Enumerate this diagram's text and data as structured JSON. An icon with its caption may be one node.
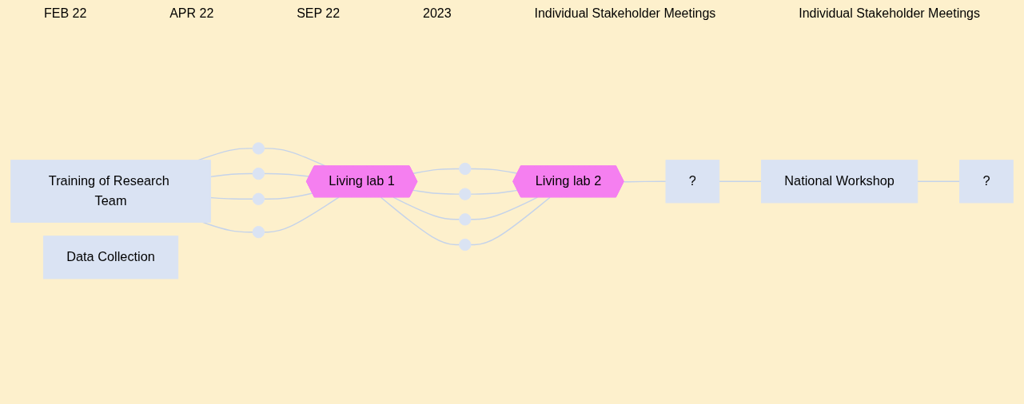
{
  "diagram": {
    "nodes": [
      {
        "text": [
          "Training of Research Team"
        ]
      },
      {
        "text": [],
        "shape": "circle"
      },
      {
        "text": [],
        "shape": "circle"
      },
      {
        "text": [],
        "shape": "circle"
      },
      {
        "text": [],
        "shape": "circle"
      },
      {
        "text": [
          "Living lab 1"
        ]
      },
      {
        "text": [],
        "shape": "circle"
      },
      {
        "text": [],
        "shape": "circle"
      },
      {
        "text": [],
        "shape": "circle"
      },
      {
        "text": [],
        "shape": "circle"
      },
      {
        "text": [
          "Living lab 2"
        ]
      },
      {
        "text": [
          "?"
        ]
      },
      {
        "text": [
          "National Workshop"
        ]
      },
      {
        "text": [
          "?"
        ]
      },
      {
        "text": [
          "Data Collection"
        ]
      }
    ],
    "edges": [
      {
        "from": 0,
        "to": 1,
        "arrow": "none"
      },
      {
        "from": 0,
        "to": 2,
        "arrow": "none"
      },
      {
        "from": 0,
        "to": 3,
        "arrow": "none"
      },
      {
        "from": 0,
        "to": 4,
        "arrow": "none"
      },
      {
        "from": 1,
        "to": 5,
        "arrow": "none"
      },
      {
        "from": 2,
        "to": 5,
        "arrow": "none"
      },
      {
        "from": 3,
        "to": 5,
        "arrow": "none"
      },
      {
        "from": 4,
        "to": 5,
        "arrow": "none"
      },
      {
        "from": 5,
        "to": 6,
        "arrow": "none"
      },
      {
        "from": 5,
        "to": 7,
        "arrow": "none"
      },
      {
        "from": 5,
        "to": 8,
        "arrow": "none"
      },
      {
        "from": 5,
        "to": 9,
        "arrow": "none"
      },
      {
        "from": 6,
        "to": 10,
        "arrow": "none"
      },
      {
        "from": 7,
        "to": 10,
        "arrow": "none"
      },
      {
        "from": 8,
        "to": 10,
        "arrow": "none"
      },
      {
        "from": 9,
        "to": 10,
        "arrow": "none"
      },
      {
        "from": 10,
        "to": 11,
        "arrow": "none"
      },
      {
        "from": 11,
        "to": 12,
        "arrow": "none"
      },
      {
        "from": 12,
        "to": 13,
        "arrow": "none"
      }
    ],
    "labels": [
      "FEB 22",
      "APR 22",
      "SEP 22",
      "2023",
      "Individual Stakeholder Meetings",
      "Individual Stakeholder Meetings"
    ]
  }
}
